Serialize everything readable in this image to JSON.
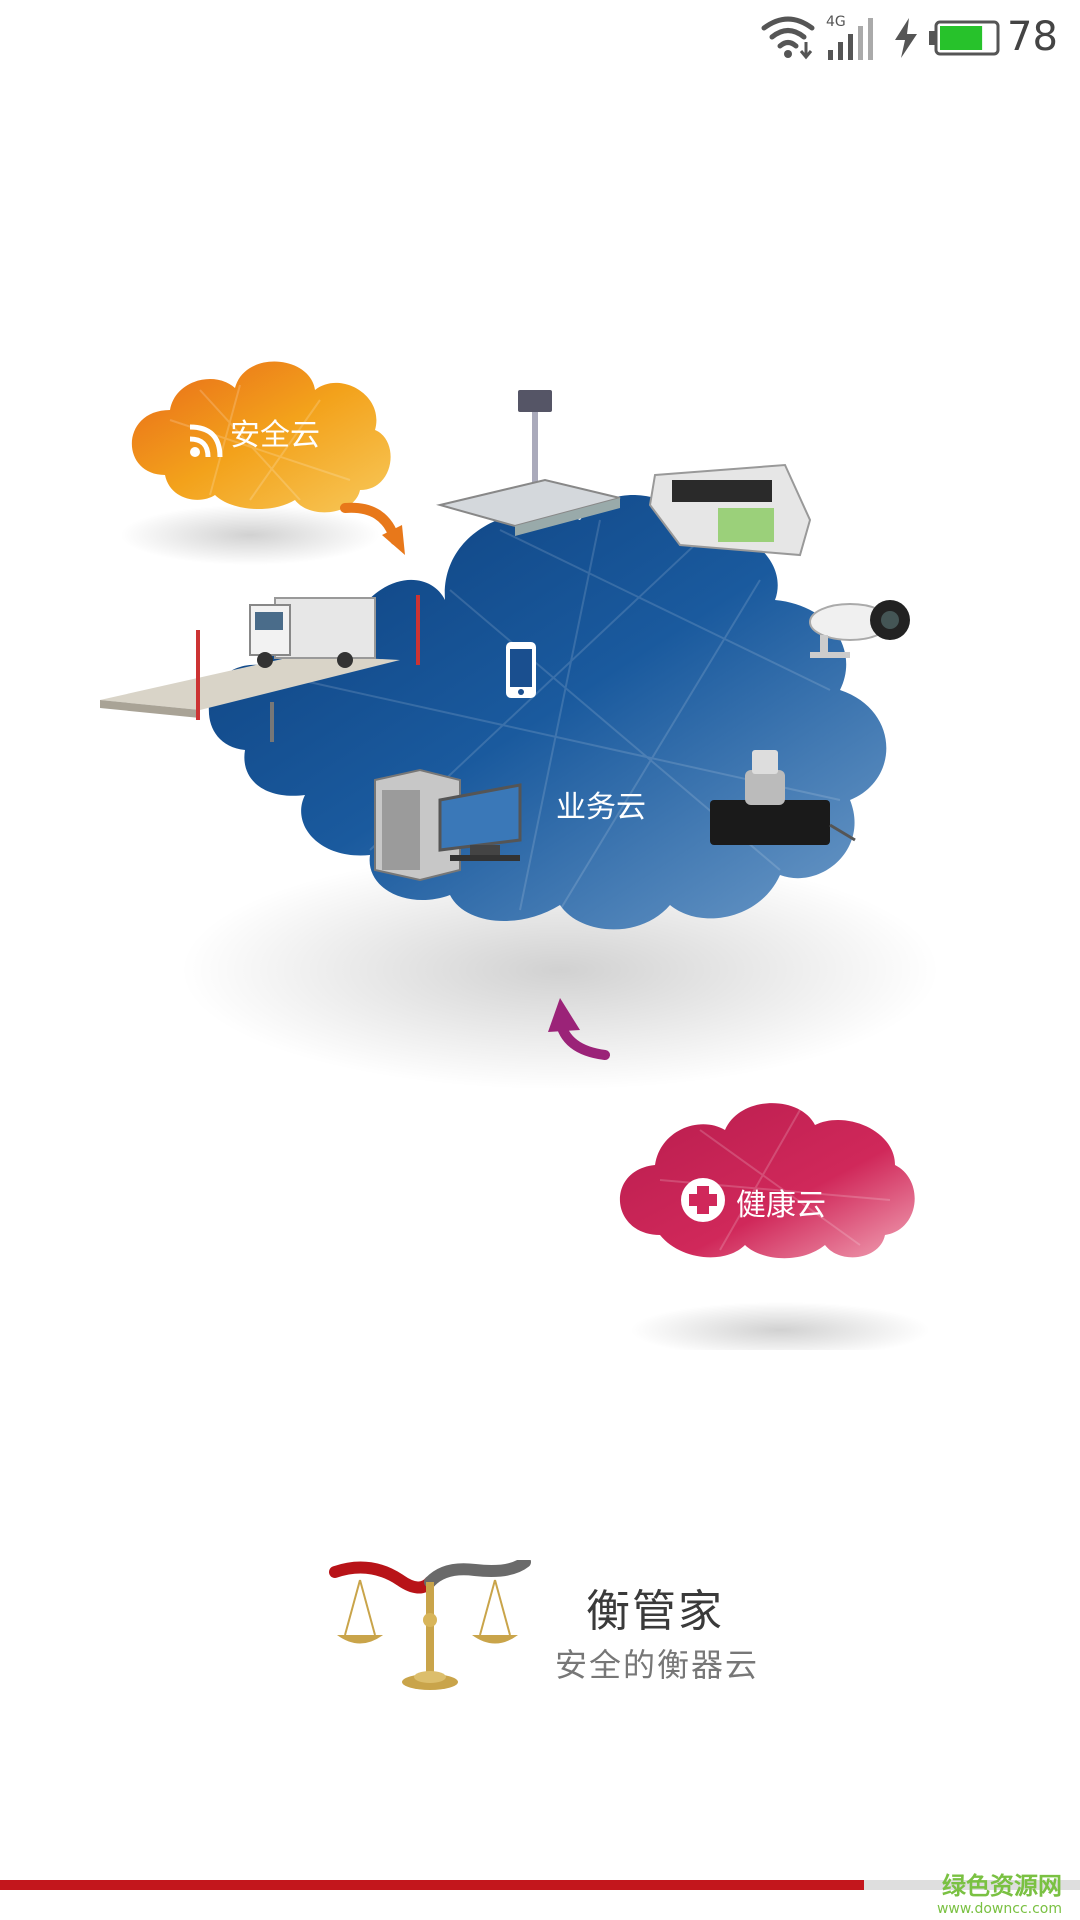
{
  "status_bar": {
    "network": "4G",
    "battery_level": "78",
    "battery_fraction": 0.78,
    "battery_color": "#27c22b"
  },
  "clouds": {
    "security": {
      "label": "安全云",
      "icon": "rss-icon",
      "color": "#f3a21b"
    },
    "business": {
      "label": "业务云",
      "icon": "smartphone-icon",
      "color": "#1a4f8f"
    },
    "health": {
      "label": "健康云",
      "icon": "medical-cross-icon",
      "color": "#d0285a"
    }
  },
  "devices": [
    "truck-scale",
    "platform-scale",
    "weighing-indicator",
    "security-camera",
    "load-cell",
    "desktop-computer"
  ],
  "brand": {
    "title": "衡管家",
    "subtitle": "安全的衡器云",
    "logo": "balance-scale-logo",
    "accent": "#c3161c"
  },
  "progress": {
    "fraction": 0.8
  },
  "watermark": {
    "line1": "绿色资源网",
    "line2": "www.downcc.com"
  }
}
